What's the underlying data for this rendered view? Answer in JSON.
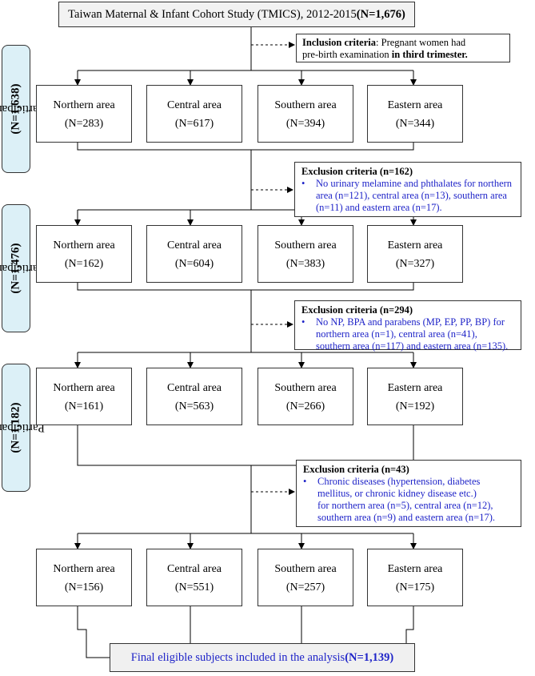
{
  "title": {
    "text": "Taiwan Maternal & Infant Cohort Study (TMICS), 2012-2015 ",
    "count": "(N=1,676)"
  },
  "inclusion": {
    "label": "Inclusion criteria",
    "text1": ": Pregnant women had",
    "text2": "pre-birth examination ",
    "text3": "in third trimester."
  },
  "stages": [
    {
      "participants_label": "Participants ",
      "participants_count": "(N=1,638)",
      "areas": [
        {
          "name": "Northern area",
          "count": "(N=283)"
        },
        {
          "name": "Central area",
          "count": "(N=617)"
        },
        {
          "name": "Southern area",
          "count": "(N=394)"
        },
        {
          "name": "Eastern area",
          "count": "(N=344)"
        }
      ]
    },
    {
      "participants_label": "Participants ",
      "participants_count": "(N=1,476)",
      "areas": [
        {
          "name": "Northern area",
          "count": "(N=162)"
        },
        {
          "name": "Central area",
          "count": "(N=604)"
        },
        {
          "name": "Southern area",
          "count": "(N=383)"
        },
        {
          "name": "Eastern area",
          "count": "(N=327)"
        }
      ]
    },
    {
      "participants_label": "Participants ",
      "participants_count": "(N=1,182)",
      "areas": [
        {
          "name": "Northern area",
          "count": "(N=161)"
        },
        {
          "name": "Central area",
          "count": "(N=563)"
        },
        {
          "name": "Southern area",
          "count": "(N=266)"
        },
        {
          "name": "Eastern area",
          "count": "(N=192)"
        }
      ]
    },
    {
      "areas": [
        {
          "name": "Northern area",
          "count": "(N=156)"
        },
        {
          "name": "Central area",
          "count": "(N=551)"
        },
        {
          "name": "Southern area",
          "count": "(N=257)"
        },
        {
          "name": "Eastern area",
          "count": "(N=175)"
        }
      ]
    }
  ],
  "exclusions": [
    {
      "heading": "Exclusion criteria (n=162)",
      "bullet": "•",
      "lines": [
        "No urinary melamine and phthalates for northern",
        "area (n=121), central area (n=13), southern area",
        "(n=11) and eastern area (n=17)."
      ]
    },
    {
      "heading": "Exclusion criteria (n=294)",
      "bullet": "•",
      "lines": [
        "No NP, BPA and parabens (MP, EP, PP, BP) for",
        "northern area (n=1), central area (n=41),",
        "southern area (n=117) and eastern area (n=135)."
      ]
    },
    {
      "heading": "Exclusion criteria (n=43)",
      "bullet": "•",
      "lines": [
        "Chronic diseases (hypertension, diabetes",
        "mellitus, or chronic kidney disease etc.)",
        "for northern area (n=5), central area (n=12),",
        "southern area (n=9) and eastern area (n=17)."
      ]
    }
  ],
  "final": {
    "text": "Final eligible subjects included in the analysis ",
    "count": "(N=1,139)"
  }
}
